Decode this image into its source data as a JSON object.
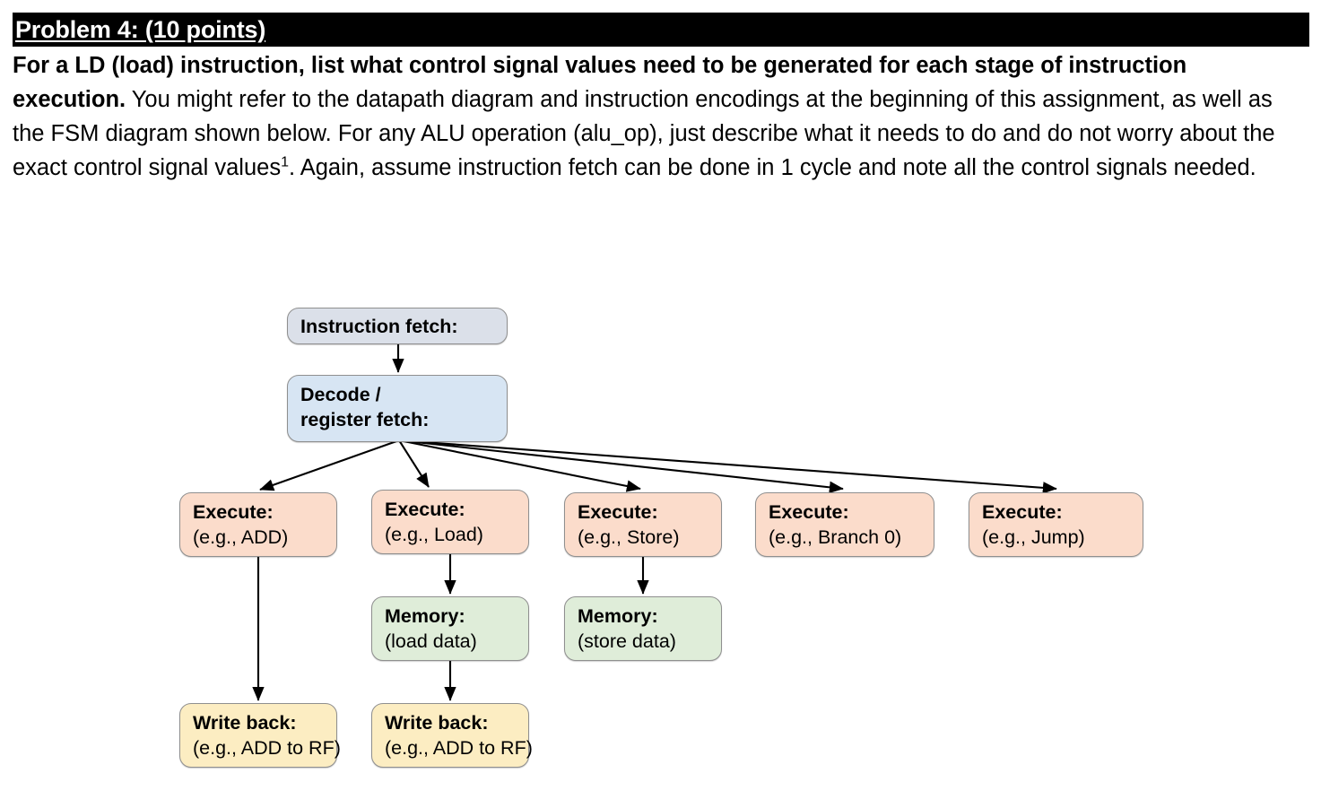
{
  "header": {
    "title": "Problem 4: (10 points)"
  },
  "problem": {
    "bold_lead": "For a LD (load) instruction, list what control signal values need to be generated for each stage of instruction execution.",
    "rest_part1": " You might refer to the datapath diagram and instruction encodings at the beginning of this assignment, as well as the FSM diagram shown below.  For any ALU operation (alu_op), just describe what it needs to do and do not worry about the exact control signal values",
    "footnote_marker": "1",
    "rest_part2": ". Again, assume instruction fetch can be done in 1 cycle and note all the control signals needed."
  },
  "flowchart": {
    "nodes": {
      "fetch": {
        "title": "Instruction fetch:",
        "subtitle": ""
      },
      "decode": {
        "title": "Decode /",
        "subtitle": "register fetch:"
      },
      "exec_add": {
        "title": "Execute:",
        "subtitle": "(e.g., ADD)"
      },
      "exec_load": {
        "title": "Execute:",
        "subtitle": "(e.g., Load)"
      },
      "exec_store": {
        "title": "Execute:",
        "subtitle": "(e.g., Store)"
      },
      "exec_branch": {
        "title": "Execute:",
        "subtitle": "(e.g., Branch 0)"
      },
      "exec_jump": {
        "title": "Execute:",
        "subtitle": "(e.g., Jump)"
      },
      "mem_load": {
        "title": "Memory:",
        "subtitle": "(load data)"
      },
      "mem_store": {
        "title": "Memory:",
        "subtitle": "(store data)"
      },
      "wb_add": {
        "title": "Write back:",
        "subtitle": "(e.g., ADD to RF)"
      },
      "wb_load": {
        "title": "Write back:",
        "subtitle": "(e.g., ADD to RF)"
      }
    },
    "colors": {
      "fetch": "#dbe0e9",
      "decode": "#d7e5f3",
      "execute": "#fbdccb",
      "memory": "#dfedd9",
      "writeback": "#fcedc2",
      "border": "#8f8f8f",
      "edge": "#000000"
    },
    "edges": [
      {
        "from": "fetch",
        "to": "decode"
      },
      {
        "from": "decode",
        "to": "exec_add"
      },
      {
        "from": "decode",
        "to": "exec_load"
      },
      {
        "from": "decode",
        "to": "exec_store"
      },
      {
        "from": "decode",
        "to": "exec_branch"
      },
      {
        "from": "decode",
        "to": "exec_jump"
      },
      {
        "from": "exec_add",
        "to": "wb_add"
      },
      {
        "from": "exec_load",
        "to": "mem_load"
      },
      {
        "from": "exec_store",
        "to": "mem_store"
      },
      {
        "from": "mem_load",
        "to": "wb_load"
      }
    ]
  }
}
